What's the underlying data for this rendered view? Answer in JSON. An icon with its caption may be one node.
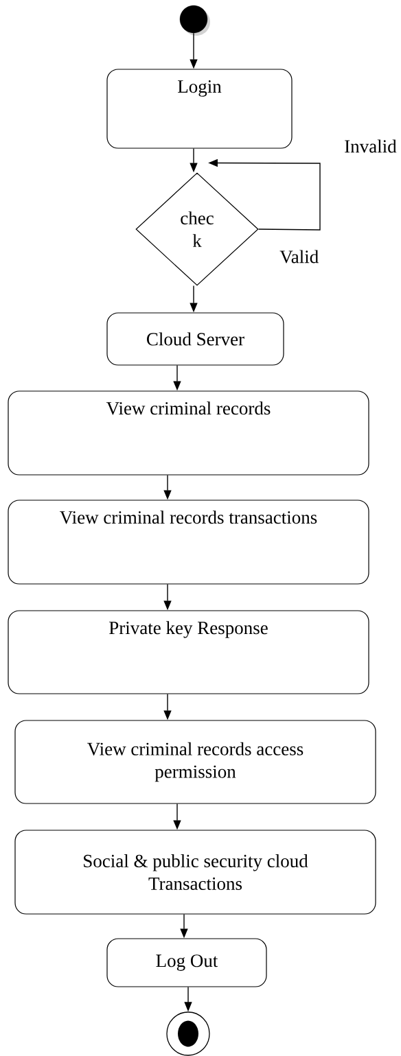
{
  "diagram": {
    "nodes": [
      {
        "text": [],
        "shape": "circle"
      },
      {
        "text": [
          "Login"
        ]
      },
      {
        "text": [
          "chec k"
        ]
      },
      {
        "text": [
          "Cloud Server"
        ]
      },
      {
        "text": [
          "View criminal records"
        ]
      },
      {
        "text": [
          "View criminal records transactions"
        ]
      },
      {
        "text": [
          "Private key Response"
        ]
      },
      {
        "text": [
          "View criminal records access permission"
        ]
      },
      {
        "text": [
          "Social & public security cloud Transactions"
        ]
      },
      {
        "text": [
          "Log Out"
        ]
      },
      {
        "text": [],
        "shape": "circle"
      }
    ],
    "edges": [
      {
        "from": 0,
        "to": 1,
        "arrow": "to"
      },
      {
        "from": 1,
        "to": 2,
        "arrow": "to"
      },
      {
        "from": 2,
        "to": 2,
        "arrow": "to",
        "label": "Invalid"
      },
      {
        "from": 2,
        "to": 3,
        "arrow": "to"
      },
      {
        "from": 3,
        "to": 4,
        "arrow": "to"
      },
      {
        "from": 4,
        "to": 5,
        "arrow": "to"
      },
      {
        "from": 5,
        "to": 6,
        "arrow": "to"
      },
      {
        "from": 6,
        "to": 7,
        "arrow": "to"
      },
      {
        "from": 7,
        "to": 8,
        "arrow": "to"
      },
      {
        "from": 8,
        "to": 9,
        "arrow": "to"
      },
      {
        "from": 9,
        "to": 10,
        "arrow": "to"
      }
    ],
    "labels": [
      "Valid"
    ]
  }
}
